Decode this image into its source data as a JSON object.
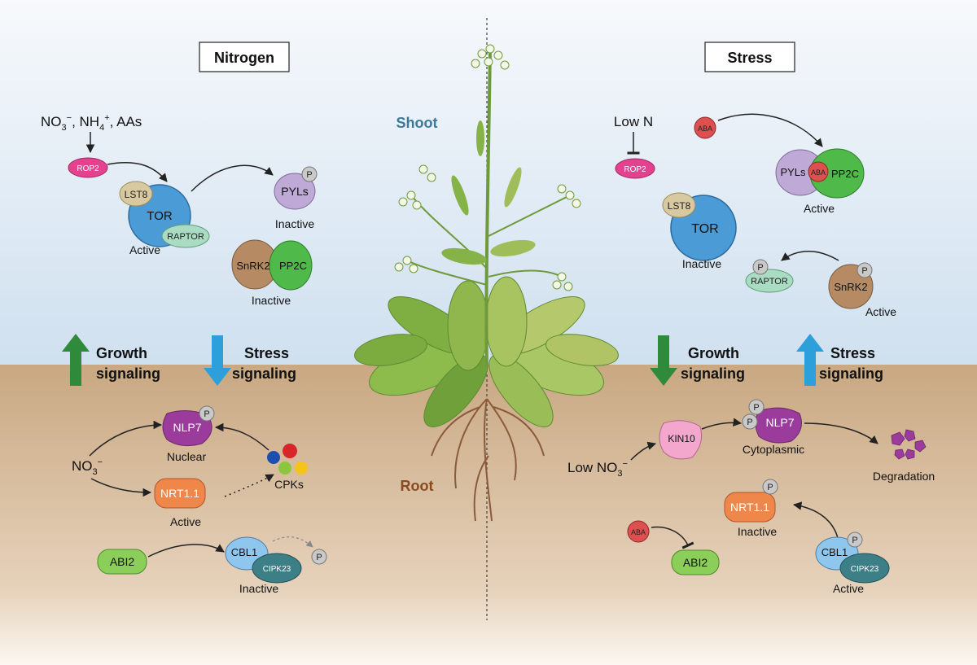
{
  "left_panel": {
    "title": "Nitrogen",
    "inputs": {
      "no3": "NO",
      "sub3": "3",
      "sup_minus": "−",
      "sep1": ", NH",
      "sub4": "4",
      "sup_plus": "+",
      "rest": ", AAs"
    },
    "rop2": "ROP2",
    "lst8": "LST8",
    "tor": "TOR",
    "raptor": "RAPTOR",
    "tor_state": "Active",
    "pyls": "PYLs",
    "pyls_state": "Inactive",
    "snrk2": "SnRK2",
    "pp2c": "PP2C",
    "snrk_state": "Inactive",
    "growth_1": "Growth",
    "growth_2": "signaling",
    "stress_1": "Stress",
    "stress_2": "signaling",
    "nlp7": "NLP7",
    "nlp7_state": "Nuclear",
    "no3_label": "NO",
    "no3_sub": "3",
    "no3_sup": "−",
    "nrt11": "NRT1.1",
    "nrt11_state": "Active",
    "cpks": "CPKs",
    "abi2": "ABI2",
    "cbl1": "CBL1",
    "cipk23": "CIPK23",
    "cbl_state": "Inactive"
  },
  "right_panel": {
    "title": "Stress",
    "low_n": "Low N",
    "rop2": "ROP2",
    "aba": "ABA",
    "pyls": "PYLs",
    "aba_inner": "ABA",
    "pp2c": "PP2C",
    "pyls_state": "Active",
    "lst8": "LST8",
    "tor": "TOR",
    "tor_state": "Inactive",
    "raptor": "RAPTOR",
    "snrk2": "SnRK2",
    "snrk_state": "Active",
    "growth_1": "Growth",
    "growth_2": "signaling",
    "stress_1": "Stress",
    "stress_2": "signaling",
    "kin10": "KIN10",
    "nlp7": "NLP7",
    "nlp7_state": "Cytoplasmic",
    "degradation": "Degradation",
    "low_no3": "Low NO",
    "low_no3_sub": "3",
    "low_no3_sup": "−",
    "nrt11": "NRT1.1",
    "nrt11_state": "Inactive",
    "aba2": "ABA",
    "abi2": "ABI2",
    "cbl1": "CBL1",
    "cipk23": "CIPK23",
    "cbl_state": "Active"
  },
  "center": {
    "shoot": "Shoot",
    "root": "Root"
  },
  "phospho": "P",
  "colors": {
    "sky": "#e3edf7",
    "soil": "#d2b28f",
    "rop2": "#e4418f",
    "tor": "#4a9bd6",
    "lst8": "#d8c9a0",
    "raptor": "#a9dcc2",
    "pyls": "#bfa9d6",
    "snrk2": "#b68a62",
    "pp2c": "#4fb94a",
    "nlp7": "#9b3c9c",
    "nrt11": "#f0874a",
    "abi2": "#8cce5a",
    "cbl1": "#8fc6ee",
    "cipk23": "#3d7f86",
    "aba": "#de5050",
    "kin10": "#f4a7cc",
    "arrow_green": "#2f8a3b",
    "arrow_blue": "#2d9fdb",
    "shoot_text": "#3d7898",
    "root_text": "#8a4a20"
  }
}
